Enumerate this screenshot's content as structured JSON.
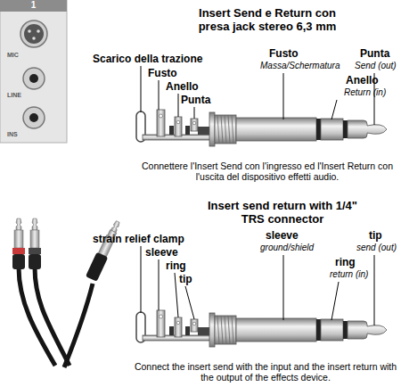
{
  "diagram": {
    "title": "Insert Send e Return con presa jack stereo 6,3 mm",
    "nodes": [
      {
        "text": [
          "1",
          "MIC",
          "LINE",
          "INS"
        ]
      }
    ],
    "labels": [
      "Scarico della trazione",
      "Fusto",
      "Anello",
      "Punta",
      "Fusto",
      "Massa/Schermatura",
      "Punta",
      "Send (out)",
      "Anello",
      "Return (in)",
      "Connettere l'Insert Send con l'ingresso ed l'Insert Return con l'uscita del dispositivo effetti audio.",
      "Insert send return with 1/4\" TRS connector",
      "strain relief clamp",
      "sleeve",
      "ring",
      "tip",
      "sleeve",
      "ground/shield",
      "tip",
      "send (out)",
      "ring",
      "return (in)",
      "Connect the insert send with the input and the insert return with the output of the effects device."
    ]
  }
}
